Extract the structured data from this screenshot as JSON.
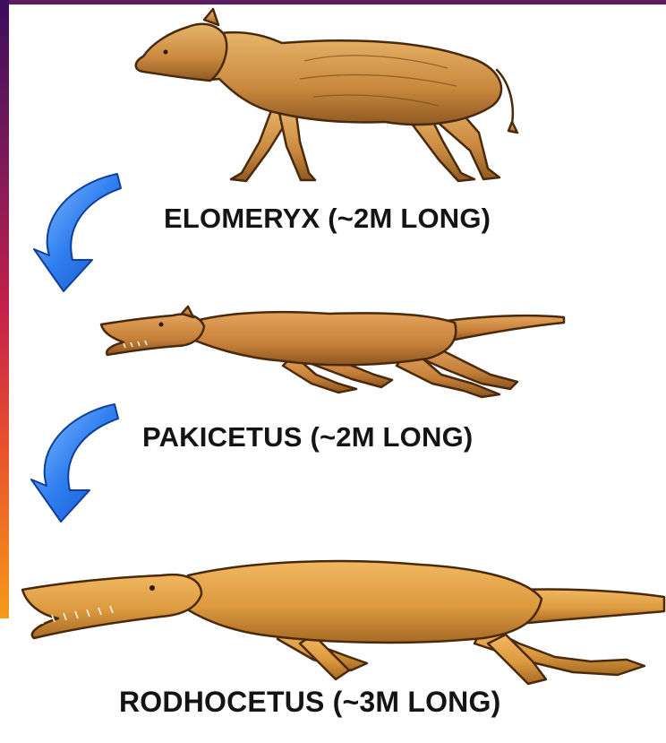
{
  "stages": [
    {
      "animal": "elomeryx",
      "label": "ELOMERYX (~2M LONG)"
    },
    {
      "animal": "pakicetus",
      "label": "PAKICETUS (~2M LONG)"
    },
    {
      "animal": "rodhocetus",
      "label": "RODHOCETUS (~3M LONG)"
    }
  ],
  "arrows": [
    {
      "icon": "curved-arrow-down-icon",
      "color": "#1f6fe0"
    },
    {
      "icon": "curved-arrow-down-icon",
      "color": "#1f6fe0"
    }
  ],
  "colors": {
    "accent_bar_top": "#3a0d5c",
    "accent_bar_bottom": "#f59a17",
    "animal_fur": "#d99a45",
    "animal_outline": "#5a3510",
    "text": "#141414"
  }
}
